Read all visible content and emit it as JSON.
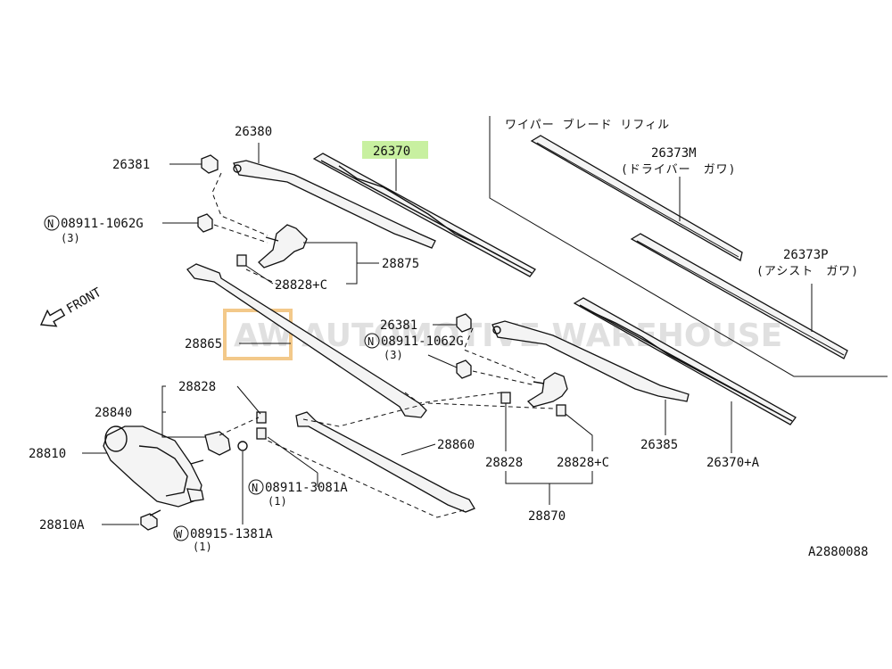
{
  "diagram": {
    "code": "A2880088",
    "front_label": "FRONT",
    "watermark": {
      "logo": "AW",
      "text": "AUTOMOTIVE WAREHOUSE"
    },
    "highlight_color": "#c8f0a0",
    "labels": {
      "p26380": "26380",
      "p26381_a": "26381",
      "p08911_1062g_a": "08911-1062G",
      "p08911_1062g_a_qty": "(3)",
      "p26370": "26370",
      "p28875": "28875",
      "p28828_c_a": "28828+C",
      "p28865": "28865",
      "p26381_b": "26381",
      "p08911_1062g_b": "08911-1062G",
      "p08911_1062g_b_qty": "(3)",
      "p28828_a": "28828",
      "p28840": "28840",
      "p28810": "28810",
      "p28860": "28860",
      "p28828_b": "28828",
      "p28828_c_b": "28828+C",
      "p08911_3081a": "08911-3081A",
      "p08911_3081a_qty": "(1)",
      "p28870": "28870",
      "p28810a": "28810A",
      "p08915_1381a": "08915-1381A",
      "p08915_1381a_qty": "(1)",
      "p26385": "26385",
      "p26370_a": "26370+A",
      "p26373m": "26373M",
      "p26373m_jp": "(ドライバー　ガワ)",
      "p26373p": "26373P",
      "p26373p_jp": "(アシスト　ガワ)",
      "refill_jp": "ワイパー ブレード リフィル",
      "circle_n": "N",
      "circle_w": "W"
    }
  }
}
